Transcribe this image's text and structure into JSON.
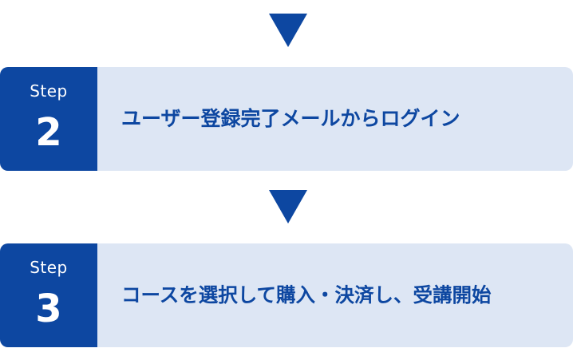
{
  "colors": {
    "accent": "#0d47a1",
    "panel": "#dde6f4",
    "badge_text": "#ffffff"
  },
  "steps": [
    {
      "word": "Step",
      "number": "2",
      "text": "ユーザー登録完了メールからログイン"
    },
    {
      "word": "Step",
      "number": "3",
      "text": "コースを選択して購入・決済し、受講開始"
    }
  ],
  "icons": {
    "arrow": "down-triangle-icon"
  }
}
